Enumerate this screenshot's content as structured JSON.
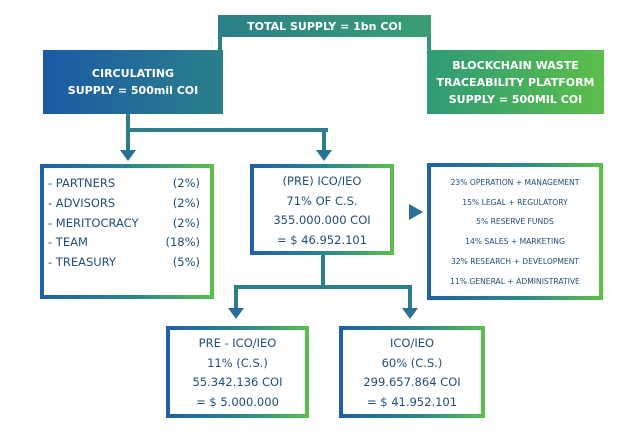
{
  "total": "TOTAL SUPPLY = 1bn COI",
  "circulating": [
    "CIRCULATING",
    "SUPPLY = 500mil COI"
  ],
  "blockchain": [
    "BLOCKCHAIN WASTE",
    "TRACEABILITY PLATFORM",
    "SUPPLY = 500MIL COI"
  ],
  "allocations": [
    {
      "label": "- PARTNERS",
      "pct": "(2%)"
    },
    {
      "label": "- ADVISORS",
      "pct": "(2%)"
    },
    {
      "label": "- MERITOCRACY",
      "pct": "(2%)"
    },
    {
      "label": "- TEAM",
      "pct": "(18%)"
    },
    {
      "label": "- TREASURY",
      "pct": "(5%)"
    }
  ],
  "ico": [
    "(PRE) ICO/IEO",
    "71% OF C.S.",
    "355.000.000 COI",
    "= $ 46.952.101"
  ],
  "pre_ico": [
    "PRE - ICO/IEO",
    "11% (C.S.)",
    "55.342.136 COI",
    "= $ 5.000.000"
  ],
  "ico_ieo": [
    "ICO/IEO",
    "60% (C.S.)",
    "299.657.864 COI",
    "= $ 41.952.101"
  ],
  "platform_uses": [
    "23% OPERATION + MANAGEMENT",
    "15% LEGAL + REGULATORY",
    "5% RESERVE FUNDS",
    "14% SALES + MARKETING",
    "32% RESEARCH + DEVELOPMENT",
    "11% GENERAL + ADMINISTRATIVE"
  ]
}
